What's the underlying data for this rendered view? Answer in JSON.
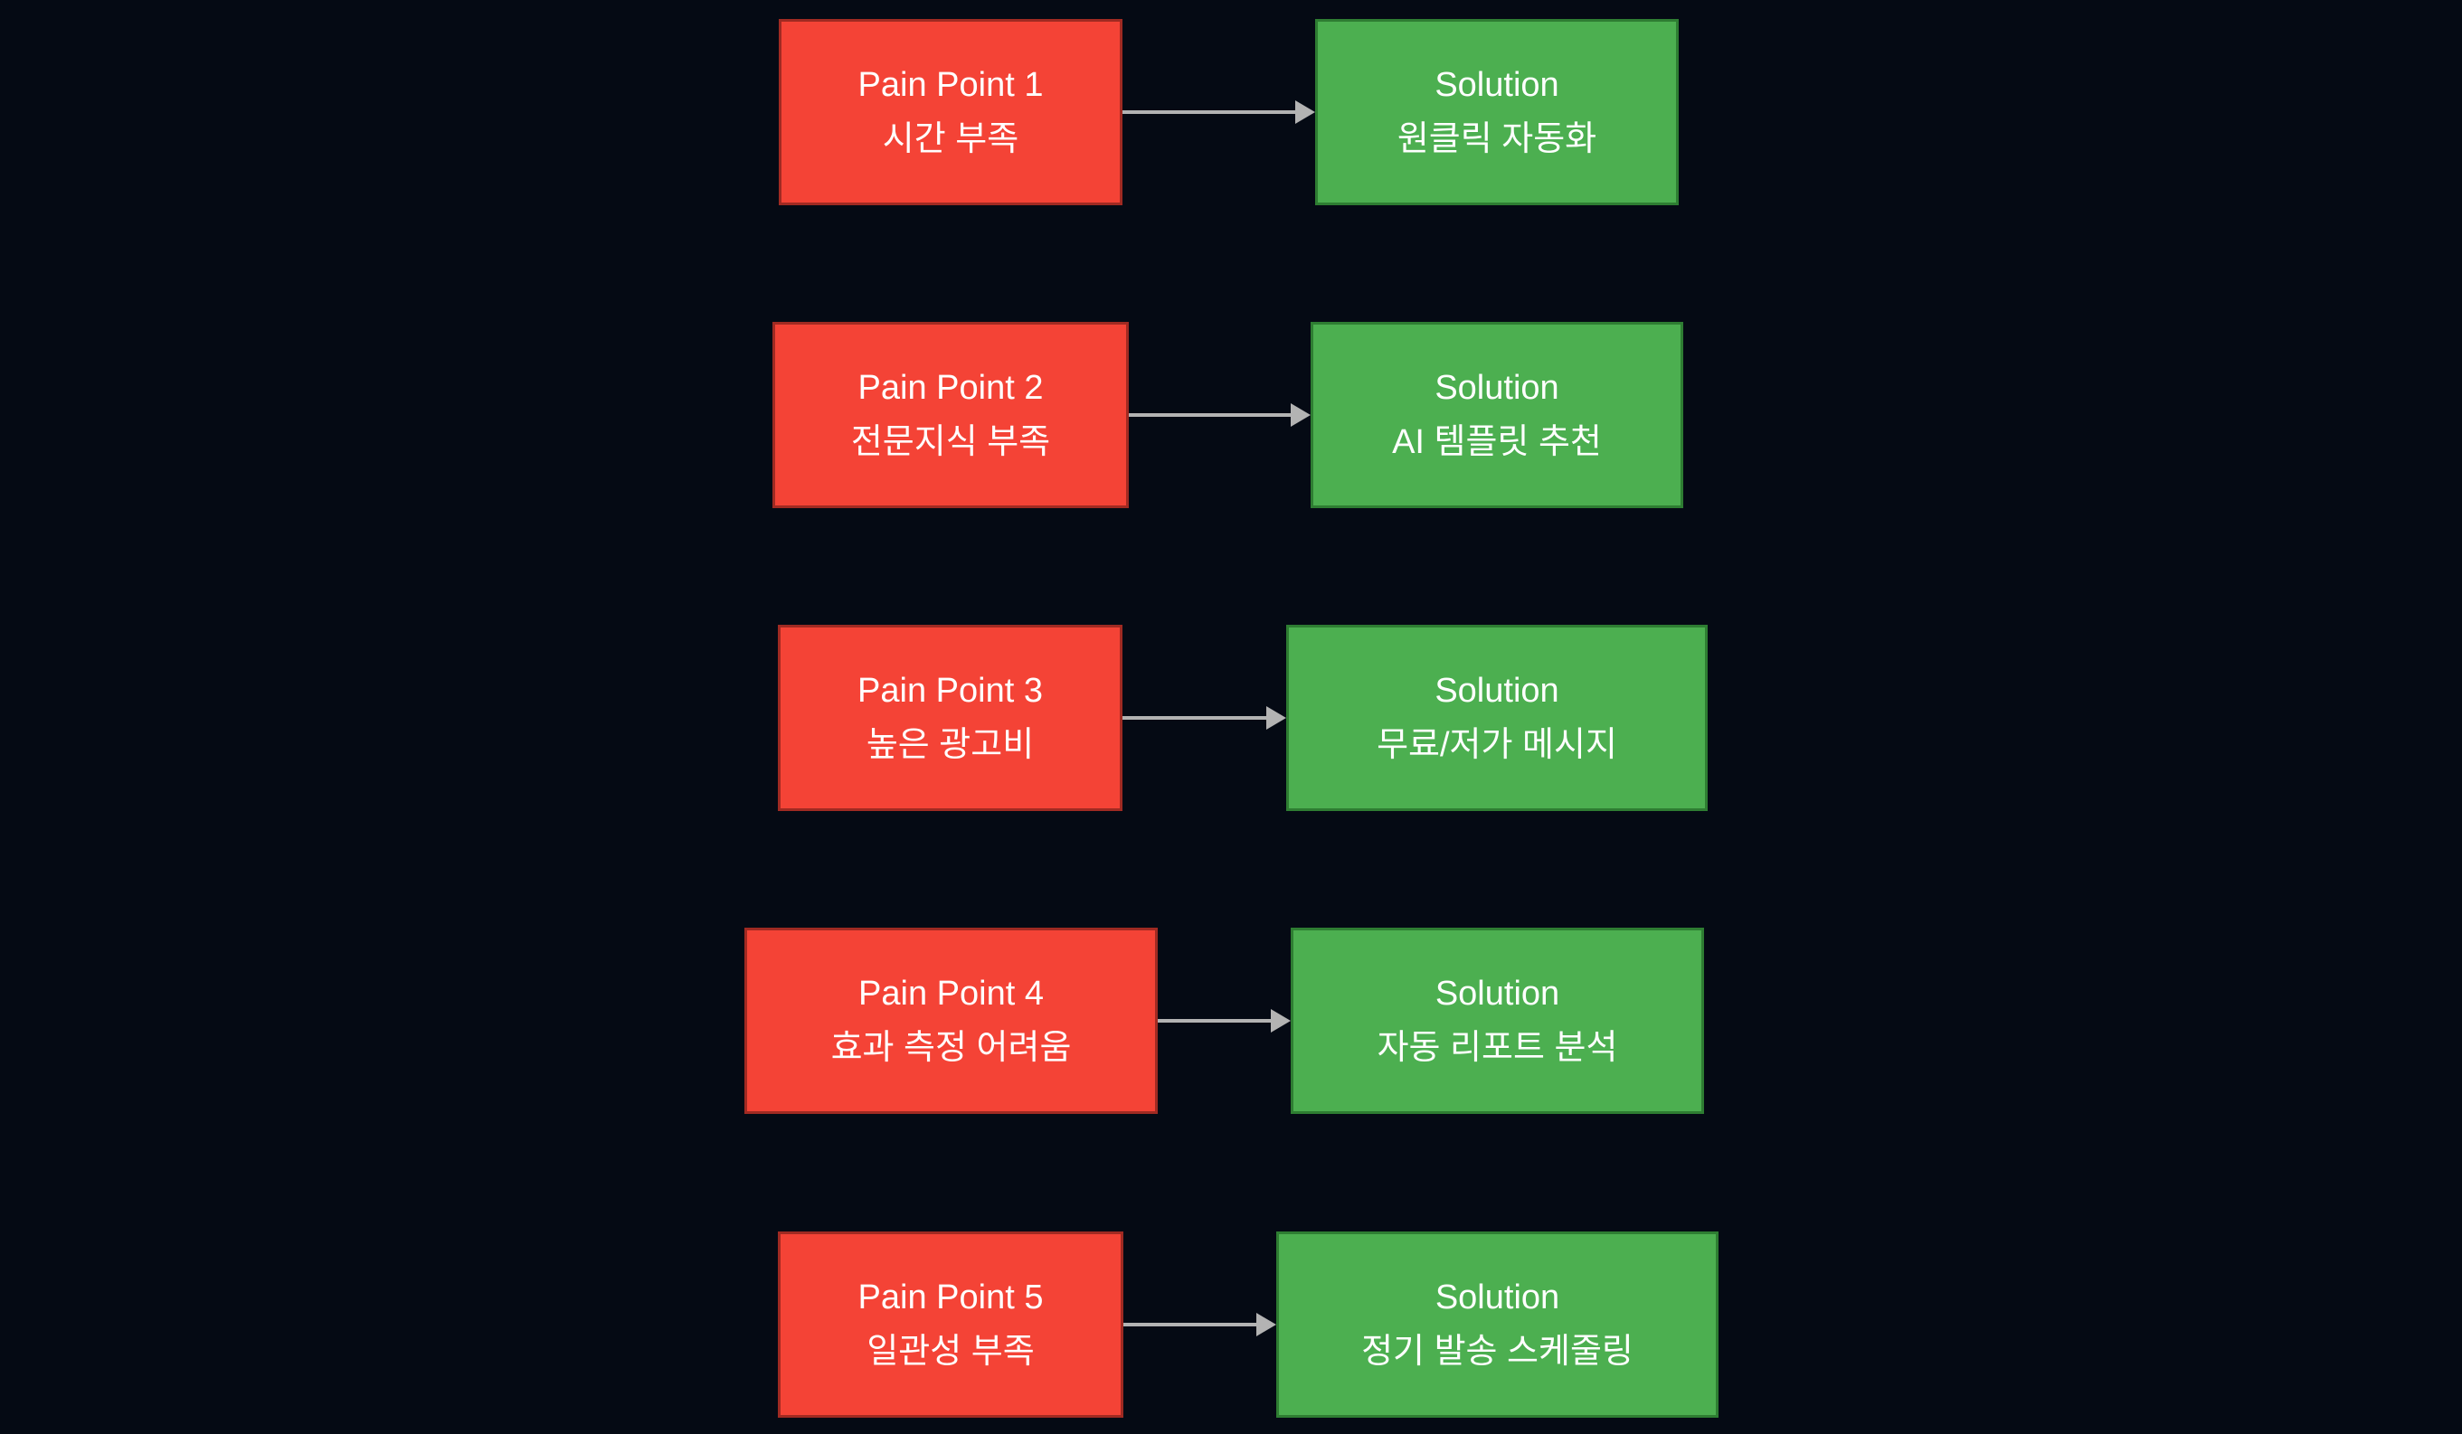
{
  "diagram": {
    "background_color": "#050a14",
    "text_color": "#ffffff",
    "pain_fill_color": "#f44336",
    "pain_border_color": "#a02a22",
    "solution_fill_color": "#4caf50",
    "solution_border_color": "#2e7d32",
    "arrow_color": "#b3b3b3",
    "rows": [
      {
        "pain": {
          "line1": "Pain Point 1",
          "line2": "시간 부족"
        },
        "solution": {
          "line1": "Solution",
          "line2": "원클릭 자동화"
        }
      },
      {
        "pain": {
          "line1": "Pain Point 2",
          "line2": "전문지식 부족"
        },
        "solution": {
          "line1": "Solution",
          "line2": "AI 템플릿 추천"
        }
      },
      {
        "pain": {
          "line1": "Pain Point 3",
          "line2": "높은 광고비"
        },
        "solution": {
          "line1": "Solution",
          "line2": "무료/저가 메시지"
        }
      },
      {
        "pain": {
          "line1": "Pain Point 4",
          "line2": "효과 측정 어려움"
        },
        "solution": {
          "line1": "Solution",
          "line2": "자동 리포트 분석"
        }
      },
      {
        "pain": {
          "line1": "Pain Point 5",
          "line2": "일관성 부족"
        },
        "solution": {
          "line1": "Solution",
          "line2": "정기 발송 스케줄링"
        }
      }
    ]
  }
}
